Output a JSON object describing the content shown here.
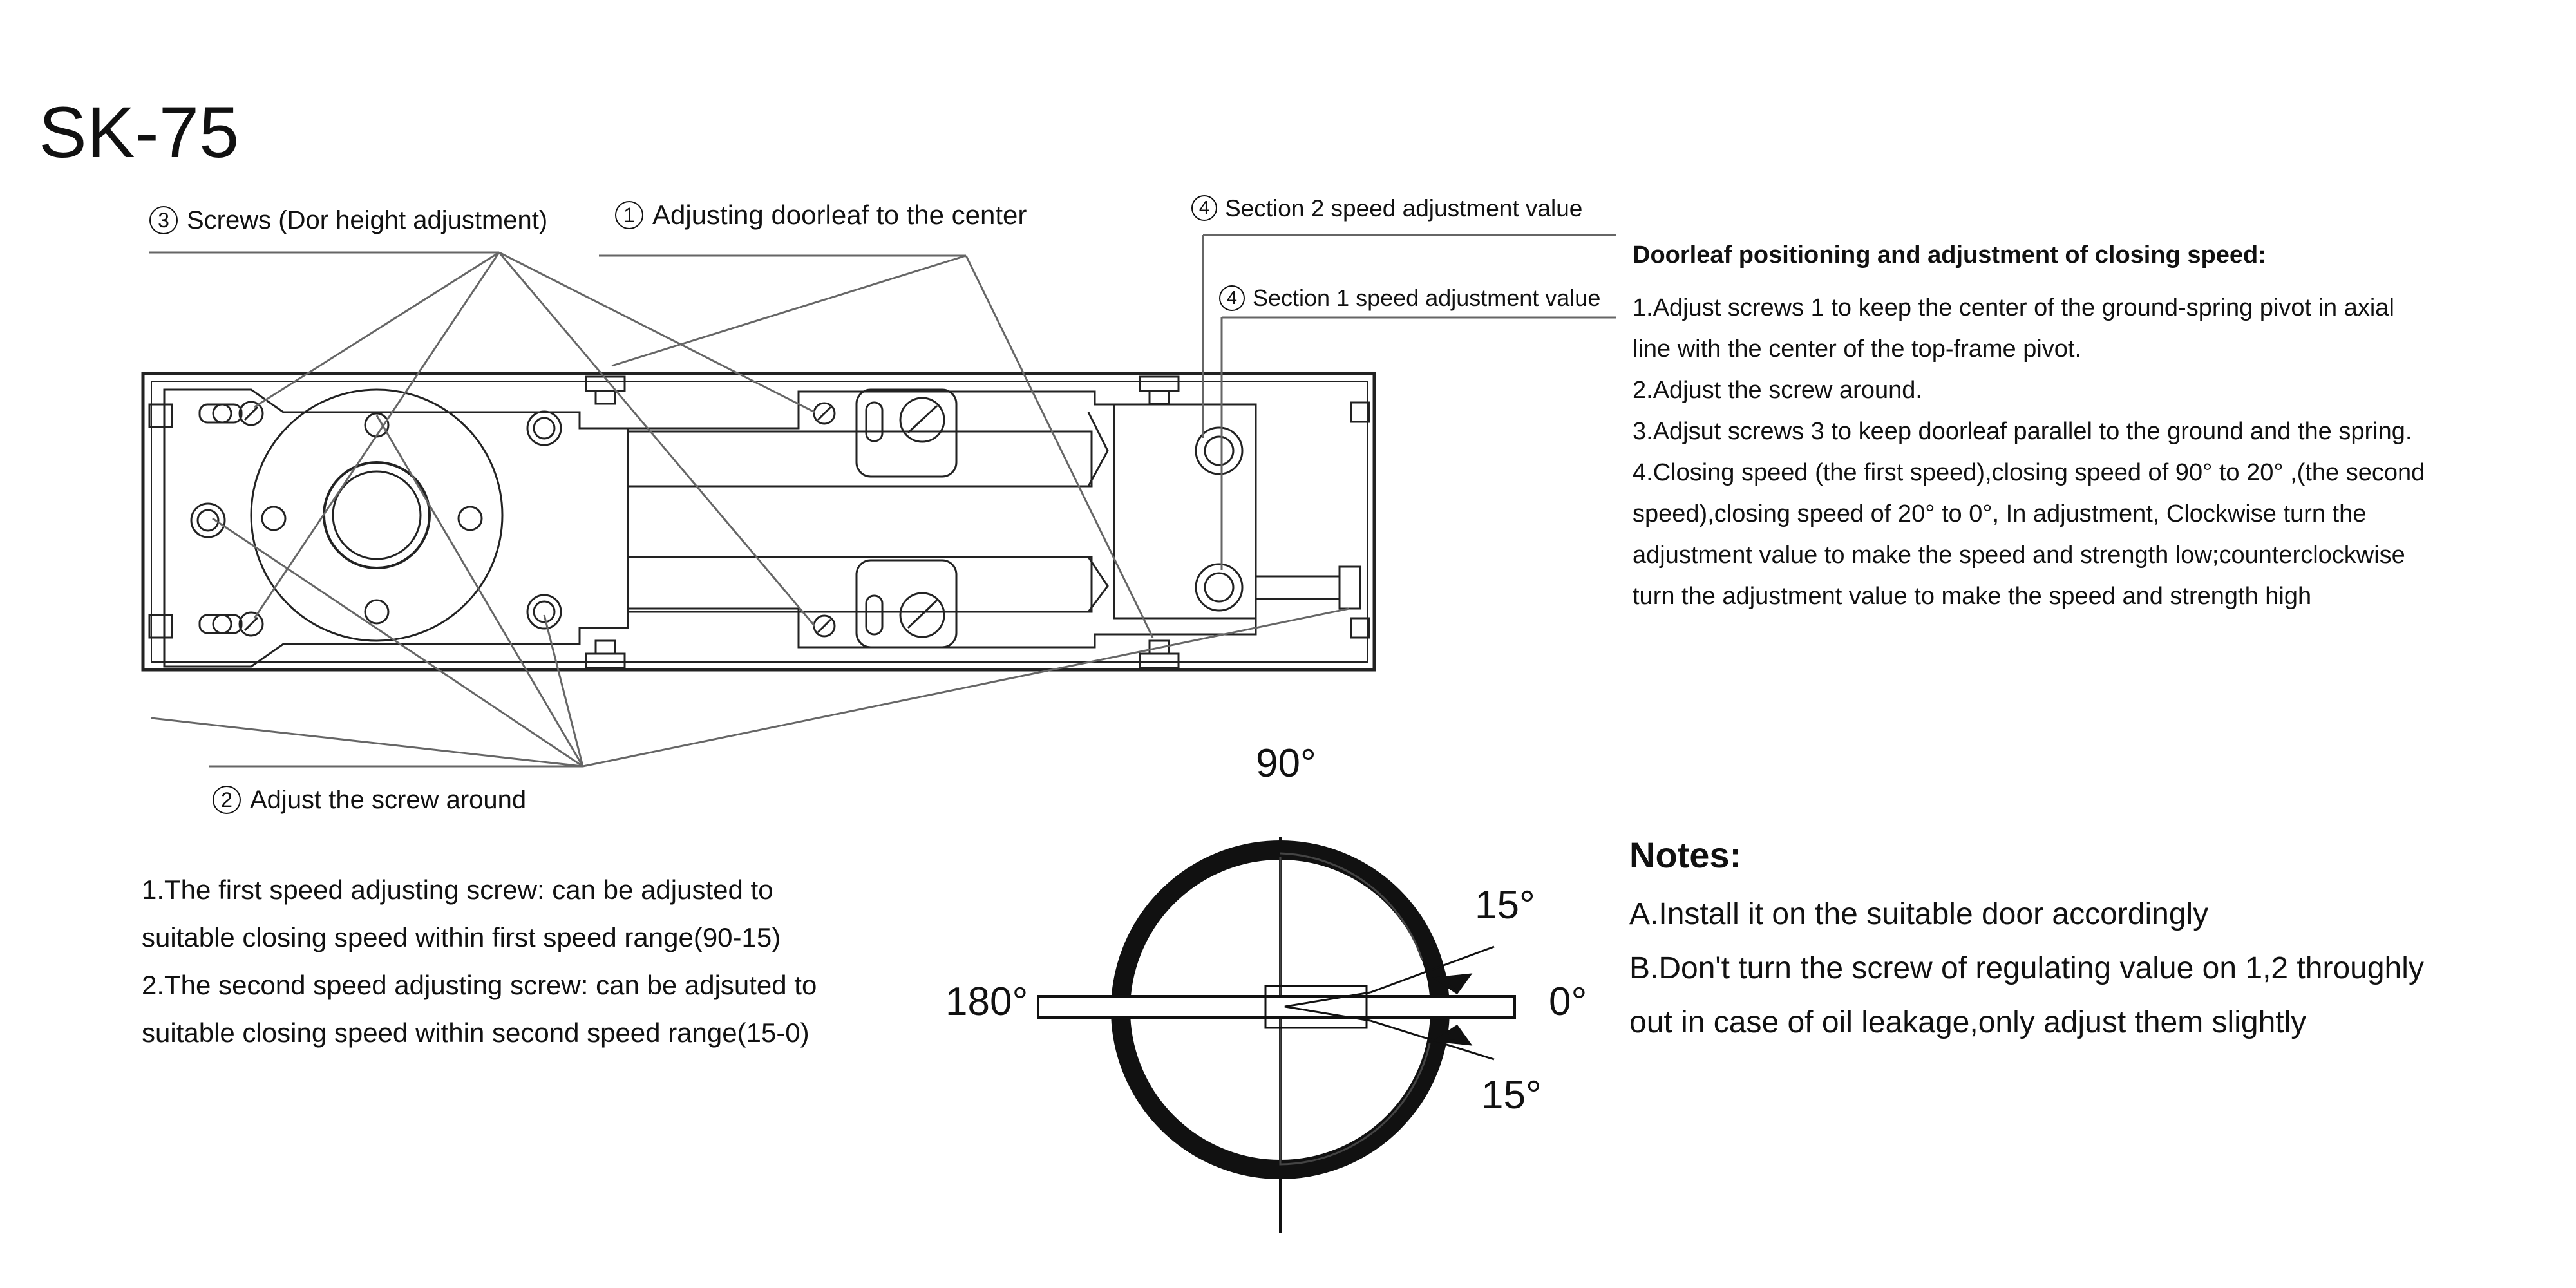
{
  "title": "SK-75",
  "callouts": {
    "screws": {
      "num": "3",
      "text": "Screws (Dor height adjustment)"
    },
    "center": {
      "num": "1",
      "text": "Adjusting doorleaf to the center"
    },
    "section2": {
      "num": "4",
      "text": "Section 2 speed adjustment value"
    },
    "section1": {
      "num": "4",
      "text": "Section 1 speed adjustment value"
    },
    "around": {
      "num": "2",
      "text": "Adjust the screw around"
    }
  },
  "instructions": {
    "heading": "Doorleaf positioning and adjustment of closing speed:",
    "lines": [
      "1.Adjust screws 1 to keep the center of the ground-spring pivot in axial",
      "line with the center of the top-frame pivot.",
      "2.Adjust the screw around.",
      "3.Adjsut screws 3 to keep doorleaf parallel to the ground and the spring.",
      "4.Closing speed (the first speed),closing speed of 90° to 20° ,(the second",
      "speed),closing speed of 20° to 0°, In adjustment, Clockwise turn the",
      "adjustment value to make the speed and strength low;counterclockwise",
      "turn the adjustment value to make the speed and strength high"
    ]
  },
  "speed_notes": {
    "lines": [
      "1.The first speed adjusting screw: can be adjusted to",
      "suitable closing speed within first speed range(90-15)",
      "2.The second speed adjusting screw: can be adjsuted to",
      "suitable closing speed within second speed range(15-0)"
    ]
  },
  "angles": {
    "top": "90°",
    "left": "180°",
    "right": "0°",
    "upper_right": "15°",
    "lower_right": "15°"
  },
  "notes": {
    "heading": "Notes:",
    "lines": [
      "A.Install it on the suitable door accordingly",
      "B.Don't turn the screw of regulating value on 1,2 throughly",
      "out in case of oil leakage,only adjust them slightly"
    ]
  }
}
